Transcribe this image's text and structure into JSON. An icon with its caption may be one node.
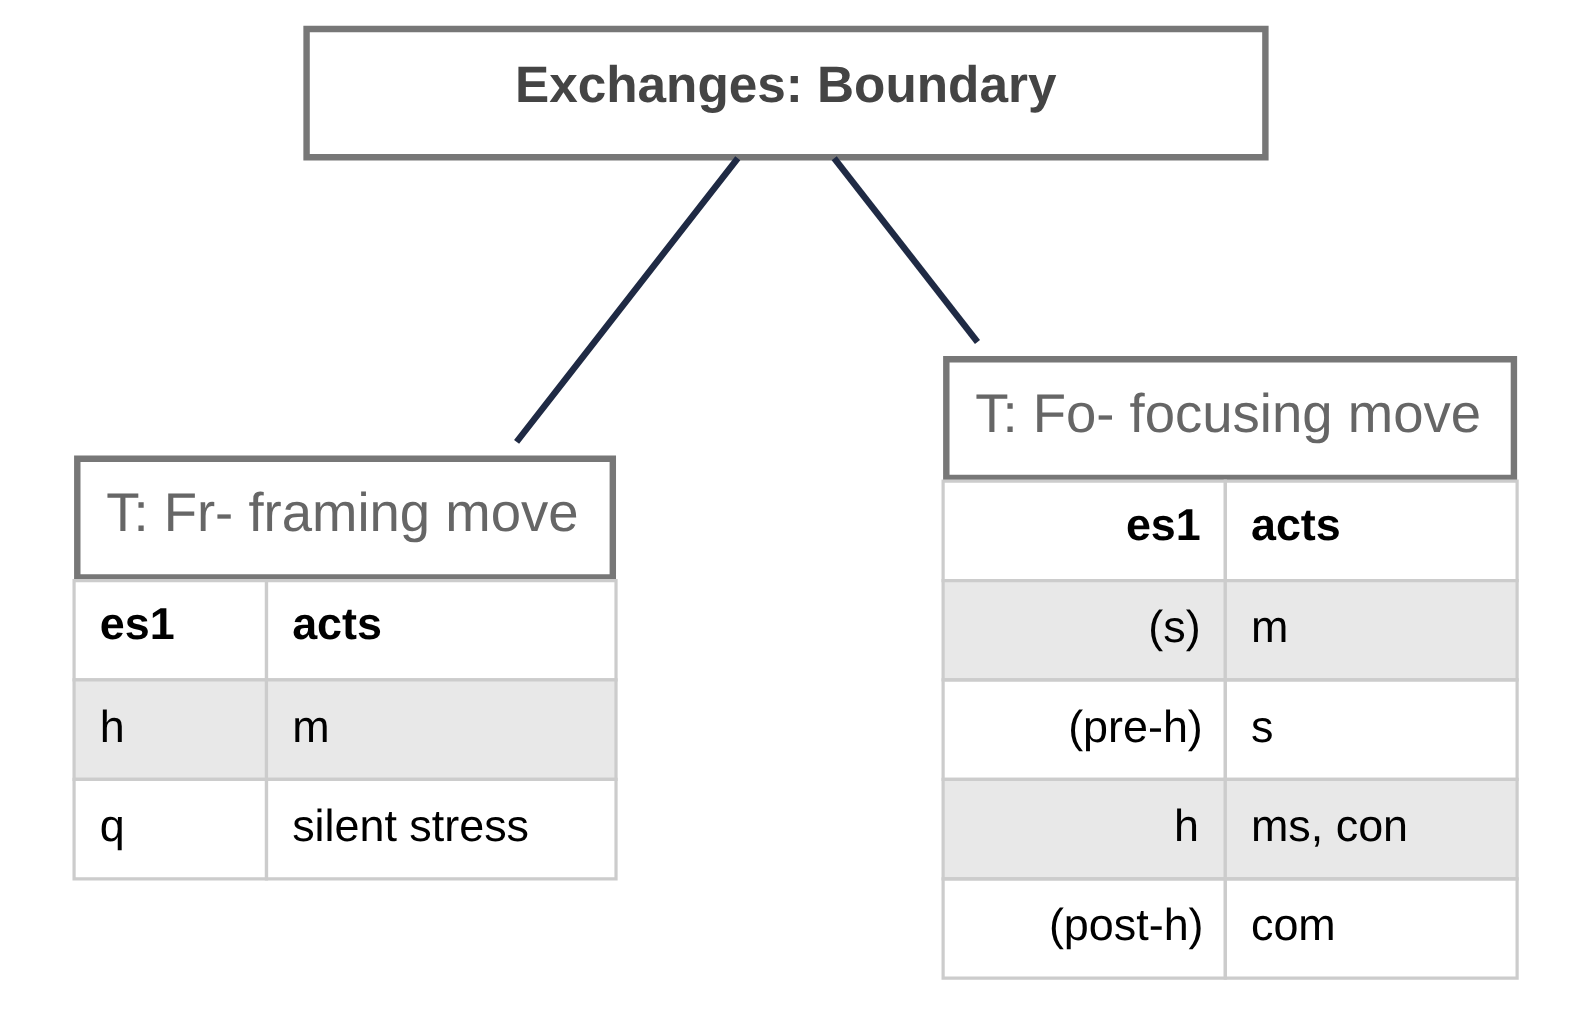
{
  "diagram": {
    "nodes": [
      {
        "text": [
          "Exchanges: Boundary"
        ]
      },
      {
        "text": [
          "T: Fr- framing move",
          "es1",
          "acts",
          "h",
          "m",
          "q",
          "silent stress"
        ]
      },
      {
        "text": [
          "T: Fo- focusing move",
          "es1",
          "acts",
          "(s)",
          "m",
          "(pre-h)",
          "s",
          "h",
          "ms, con",
          "(post-h)",
          "com"
        ]
      }
    ],
    "edges": [
      {
        "from": 0,
        "to": 1,
        "arrow": "none"
      },
      {
        "from": 0,
        "to": 2,
        "arrow": "none"
      }
    ]
  }
}
